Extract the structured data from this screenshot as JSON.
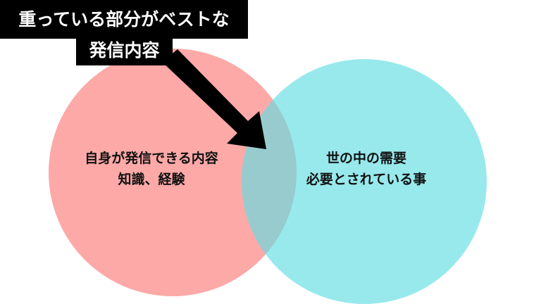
{
  "callout": {
    "line1": "重っている部分がベストな",
    "line2": "発信内容"
  },
  "left_circle": {
    "line1": "自身が発信できる内容",
    "line2": "知識、経験",
    "color": "#FDA9A8"
  },
  "right_circle": {
    "line1": "世の中の需要",
    "line2": "必要とされている事",
    "color": "#97E9EC"
  },
  "overlap_color": "#98CBCD"
}
